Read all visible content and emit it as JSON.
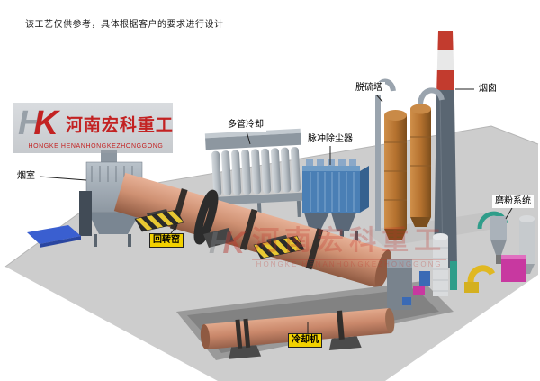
{
  "disclaimer": "该工艺仅供参考，具体根据客户的要求进行设计",
  "logo": {
    "mark_h": "H",
    "mark_k": "K",
    "brand_cn": "河南宏科重工",
    "brand_en": "HONGKE HENANHONGKEZHONGGONG"
  },
  "watermark": {
    "mark_h": "H",
    "mark_k": "K",
    "brand_cn": "河南宏科重工",
    "brand_en": "HONGKE HENANHONGKEZHONGGONG"
  },
  "labels": {
    "smoke_chamber": "烟室",
    "rotary_kiln": "回转窑",
    "multi_tube_cooler": "多管冷却",
    "pulse_dust_collector": "脉冲除尘器",
    "desulfurization_tower": "脱硫塔",
    "chimney": "烟囱",
    "grinding_system": "磨粉系统",
    "cooling_machine": "冷却机"
  },
  "colors": {
    "kiln": "#cf9173",
    "kiln-light": "#e7b197",
    "kiln-dark": "#8f5a42",
    "ring": "#352f2b",
    "ground": "#cdcdcd",
    "pit": "#9a9a9a",
    "pit-floor": "#828282",
    "dust-collector": "#4a7fb5",
    "dust-collector-dark": "#35618f",
    "tower": "#b5722f",
    "chimney-body": "#5a6672",
    "chimney-red": "#c23b2e",
    "chimney-white": "#e8e8e8",
    "label-yellow": "#f2d100",
    "steel": "#8d97a1",
    "steel-light": "#b9c2ca",
    "hazard-yellow": "#e8c832",
    "magenta": "#c838a0",
    "green-pipe": "#2f9d8a",
    "pallet-blue": "#3a5fd0",
    "logo-red": "#c32222",
    "logo-gray": "#98a0a8"
  }
}
